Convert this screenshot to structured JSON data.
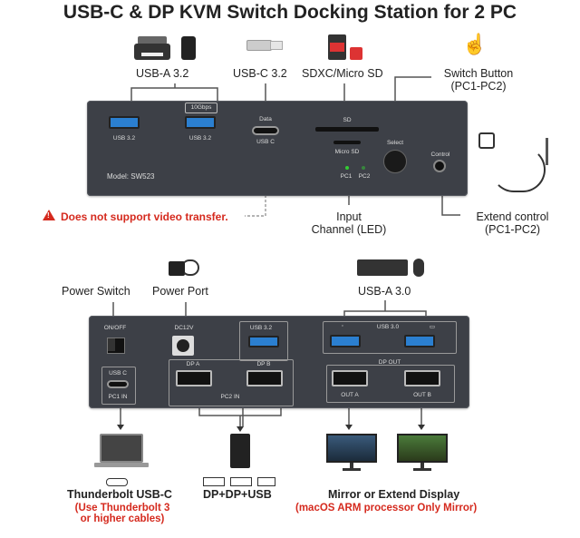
{
  "title": "USB-C & DP KVM Switch Docking Station for 2 PC",
  "front": {
    "label_usba32": "USB-A 3.2",
    "label_usbc32": "USB-C 3.2",
    "label_sd": "SDXC/Micro SD",
    "label_switch_button": "Switch Button",
    "label_switch_button_sub": "(PC1-PC2)",
    "speed_badge": "10Gbps",
    "port_usb32_1": "USB 3.2",
    "port_usb32_2": "USB 3.2",
    "port_data": "Data",
    "port_usbc": "USB C",
    "port_sd": "SD",
    "port_microsd": "Micro SD",
    "port_select": "Select",
    "port_control": "Control",
    "led_pc1": "PC1",
    "led_pc2": "PC2",
    "model": "Model: SW523",
    "warning": "Does not support video transfer.",
    "label_input_channel": "Input",
    "label_input_channel_sub": "Channel (LED)",
    "label_extend_control": "Extend control",
    "label_extend_control_sub": "(PC1-PC2)"
  },
  "back": {
    "label_power_switch": "Power Switch",
    "label_power_port": "Power Port",
    "label_usba30": "USB-A 3.0",
    "onoff": "ON/OFF",
    "dc12v": "DC12V",
    "usbc_tag": "USB C",
    "pc1_in": "PC1 IN",
    "usb32_tag": "USB 3.2",
    "dpa": "DP A",
    "dpb": "DP B",
    "pc2_in": "PC2 IN",
    "usb30_tag": "USB 3.0",
    "dp_out": "DP OUT",
    "out_a": "OUT A",
    "out_b": "OUT B",
    "tb_title": "Thunderbolt USB-C",
    "tb_note1": "(Use Thunderbolt 3",
    "tb_note2": "or higher cables)",
    "dp_title": "DP+DP+USB",
    "mirror_title": "Mirror or Extend Display",
    "mirror_note": "(macOS ARM processor Only Mirror)"
  },
  "colors": {
    "device": "#3d4047",
    "usb_blue": "#2b7fd0",
    "warning_red": "#d52a1e",
    "line": "#555555"
  }
}
